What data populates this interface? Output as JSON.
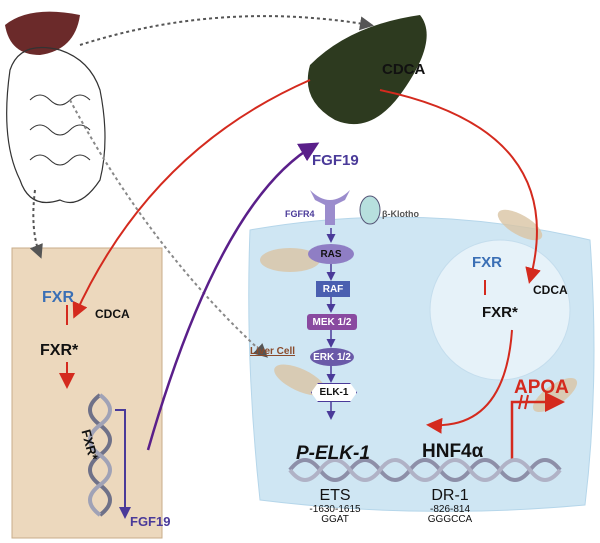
{
  "gallbladder": {
    "label": "CDCA"
  },
  "intestine": {
    "fxr": "FXR",
    "cdca": "CDCA",
    "fxr_active": "FXR*",
    "dna_label": "FXR*",
    "fgf19": "FGF19"
  },
  "liver_cell": {
    "label": "Liver Cell",
    "ligand": "FGF19",
    "receptor": "FGFR4",
    "coreceptor": "β-Klotho",
    "cascade": [
      "RAS",
      "RAF",
      "MEK 1/2",
      "ERK 1/2",
      "ELK-1"
    ],
    "fxr": "FXR",
    "cdca": "CDCA",
    "fxr_active": "FXR*",
    "p_elk": "P-ELK-1",
    "hnf4": "HNF4α",
    "gene": "APOA",
    "sites": [
      {
        "name": "ETS",
        "range": "-1630-1615",
        "seq": "GGAT"
      },
      {
        "name": "DR-1",
        "range": "-826-814",
        "seq": "GGGCCA"
      }
    ]
  },
  "colors": {
    "red_arrow": "#d42a1e",
    "purple_arrow": "#5a1f8a",
    "fxr_blue": "#3a6fb5",
    "cell_blue": "#cfe6f3",
    "intestine_tan": "#ecd8bd"
  }
}
